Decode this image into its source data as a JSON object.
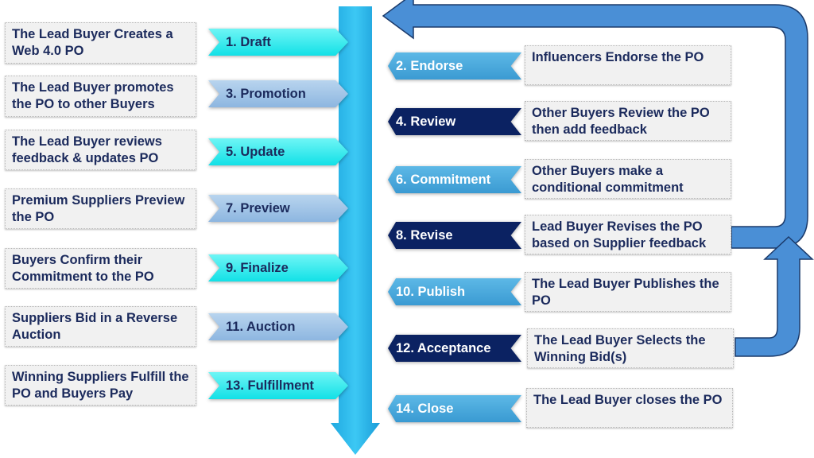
{
  "left_steps": [
    {
      "label": "1. Draft",
      "description": "The Lead Buyer Creates a Web 4.0 PO"
    },
    {
      "label": "3. Promotion",
      "description": "The Lead Buyer promotes the PO to other Buyers"
    },
    {
      "label": "5. Update",
      "description": "The Lead Buyer reviews feedback & updates PO"
    },
    {
      "label": "7. Preview",
      "description": "Premium  Suppliers Preview the PO"
    },
    {
      "label": "9. Finalize",
      "description": "Buyers Confirm their Commitment to the PO"
    },
    {
      "label": "11. Auction",
      "description": "Suppliers Bid in a Reverse Auction"
    },
    {
      "label": "13. Fulfillment",
      "description": "Winning Suppliers Fulfill the PO and Buyers Pay"
    }
  ],
  "right_steps": [
    {
      "label": "2. Endorse",
      "description": "Influencers Endorse the PO"
    },
    {
      "label": "4. Review",
      "description": "Other Buyers Review the PO then add feedback"
    },
    {
      "label": "6. Commitment",
      "description": "Other Buyers make a conditional commitment"
    },
    {
      "label": "8. Revise",
      "description": "Lead Buyer Revises the PO based on Supplier feedback"
    },
    {
      "label": "10. Publish",
      "description": "The Lead Buyer Publishes the PO"
    },
    {
      "label": "12. Acceptance",
      "description": "The Lead Buyer Selects the Winning Bid(s)"
    },
    {
      "label": "14. Close",
      "description": "The Lead Buyer closes the PO"
    }
  ],
  "colors": {
    "cyan": "#12e0e6",
    "light_blue": "#8db6e0",
    "mid_blue": "#3a9ad2",
    "navy": "#0b2262",
    "text": "#1b2a5c",
    "loop_arrow": "#4a8fd6"
  }
}
